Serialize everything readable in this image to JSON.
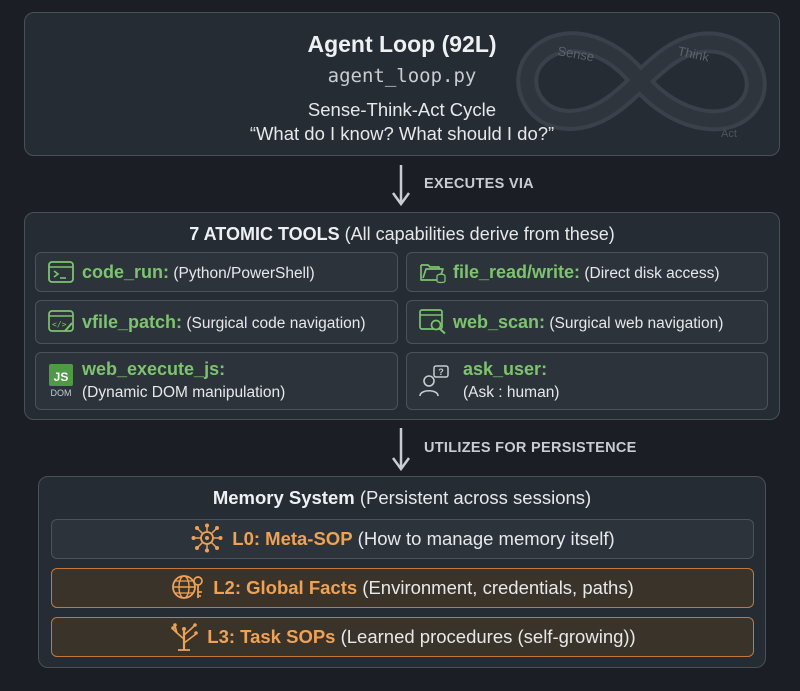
{
  "agent": {
    "title": "Agent Loop (92L)",
    "file": "agent_loop.py",
    "cycle": "Sense-Think-Act Cycle",
    "question": "“What do I know? What should I do?”",
    "loop_labels": [
      "Sense",
      "Think",
      "Act"
    ]
  },
  "arrows": {
    "first": "EXECUTES VIA",
    "second": "UTILIZES FOR PERSISTENCE"
  },
  "tools": {
    "heading_bold": "7 ATOMIC TOOLS",
    "heading_rest": " (All capabilities derive from these)",
    "items": [
      {
        "name": "code_run:",
        "desc": " (Python/PowerShell)",
        "icon": "terminal-icon"
      },
      {
        "name": "file_read/write:",
        "desc": " (Direct disk access)",
        "icon": "folder-icon"
      },
      {
        "name": "vfile_patch:",
        "desc": " (Surgical code navigation)",
        "icon": "code-window-icon"
      },
      {
        "name": "web_scan:",
        "desc": " (Surgical web navigation)",
        "icon": "web-search-icon"
      },
      {
        "name": "web_execute_js:",
        "desc": "(Dynamic DOM manipulation)",
        "icon": "js-dom-icon",
        "icon_text": [
          "JS",
          "DOM"
        ]
      },
      {
        "name": "ask_user:",
        "desc": "(Ask : human)",
        "icon": "user-question-icon"
      }
    ]
  },
  "memory": {
    "heading_bold": "Memory System",
    "heading_rest": " (Persistent across sessions)",
    "levels": [
      {
        "name": "L0: Meta-SOP",
        "desc": " (How to manage memory itself)",
        "icon": "network-gear-icon"
      },
      {
        "name": "L2: Global Facts",
        "desc": " (Environment, credentials, paths)",
        "icon": "globe-key-icon"
      },
      {
        "name": "L3: Task SOPs",
        "desc": " (Learned procedures (self-growing))",
        "icon": "tree-icon"
      }
    ]
  },
  "colors": {
    "background": "#1b1f25",
    "panel": "#262c33",
    "tool_name": "#7cc46e",
    "memory_accent": "#f0a253",
    "memory_border": "#c2783a"
  }
}
